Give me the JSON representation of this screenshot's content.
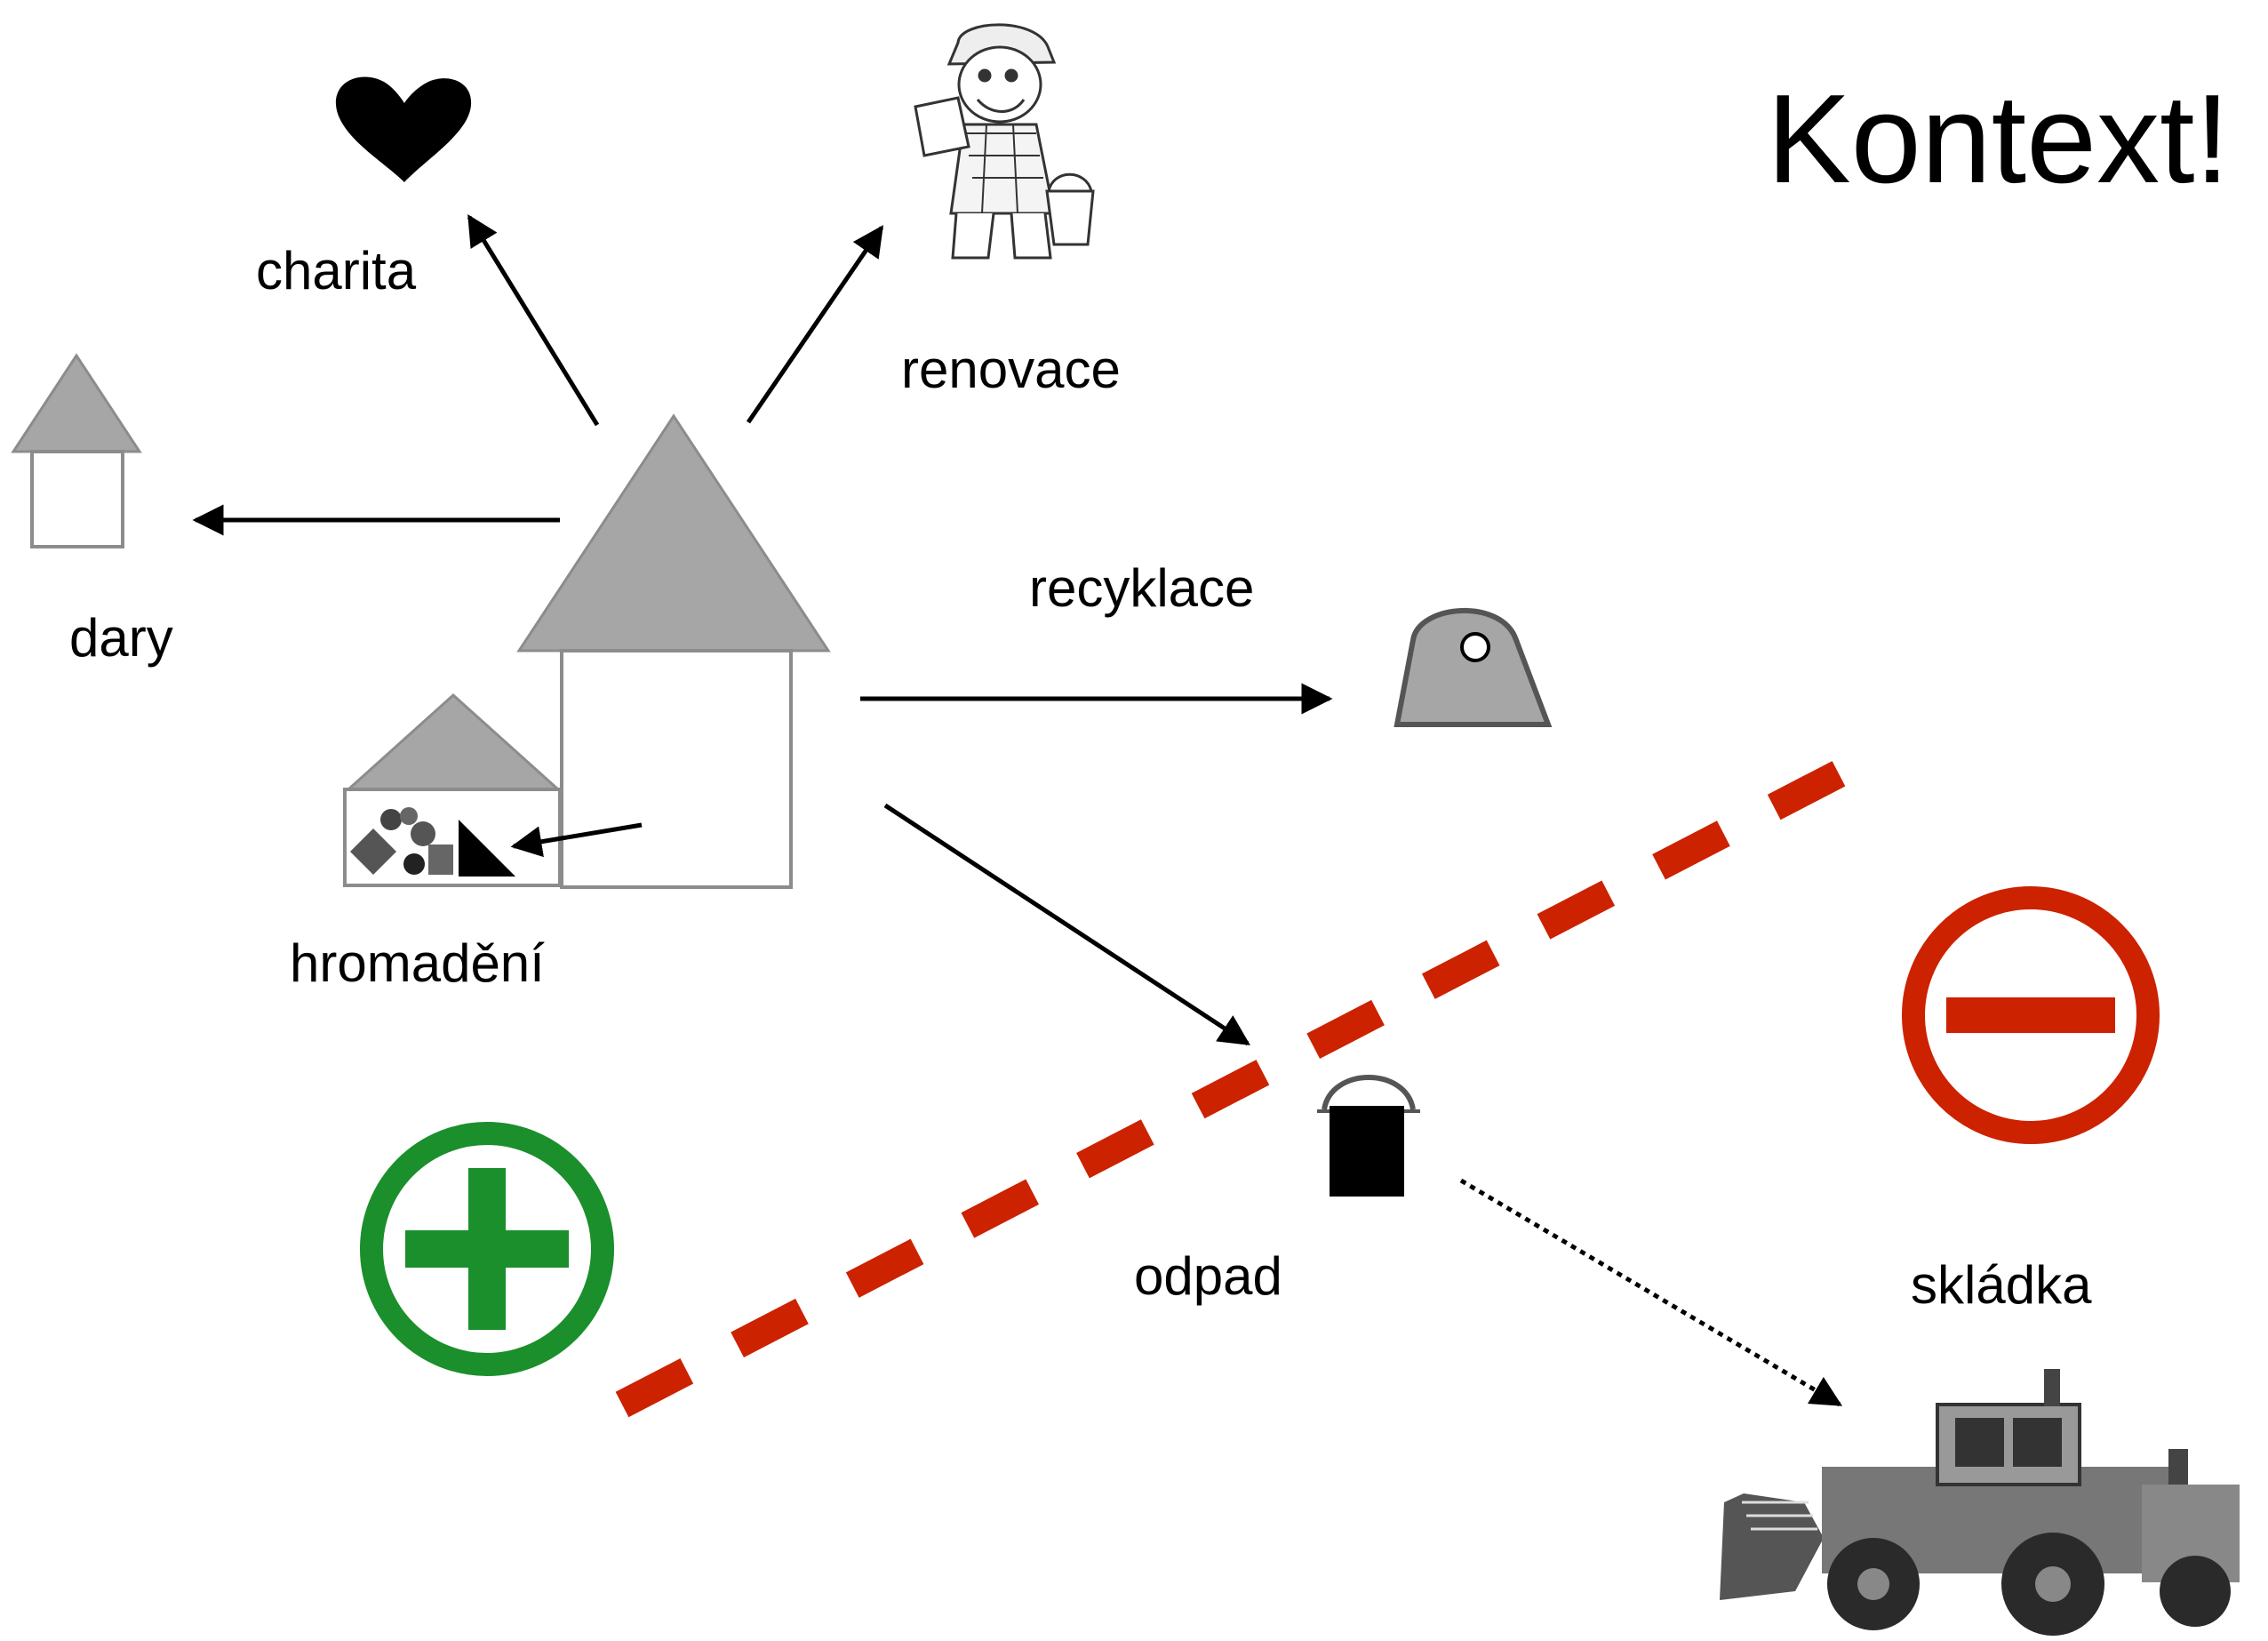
{
  "title": "Kontext!",
  "labels": {
    "charita": "charita",
    "renovace": "renovace",
    "dary": "dary",
    "recyklace": "recyklace",
    "hromadeni": "hromadění",
    "odpad": "odpad",
    "skladka": "skládka"
  },
  "icons": {
    "charita": "heart-icon",
    "renovace": "builder-figure-icon",
    "dary": "small-house-icon",
    "center": "large-house-icon",
    "hromadeni": "storage-shed-icon",
    "recyklace": "recycling-container-icon",
    "odpad": "trash-bin-icon",
    "skladka": "bulldozer-icon",
    "positive": "plus-circle-icon",
    "negative": "minus-circle-icon"
  },
  "colors": {
    "gray_fill": "#a6a6a6",
    "outline": "#8c8c8c",
    "positive": "#1a8f2b",
    "negative": "#cc2200",
    "divider": "#cc2200"
  }
}
